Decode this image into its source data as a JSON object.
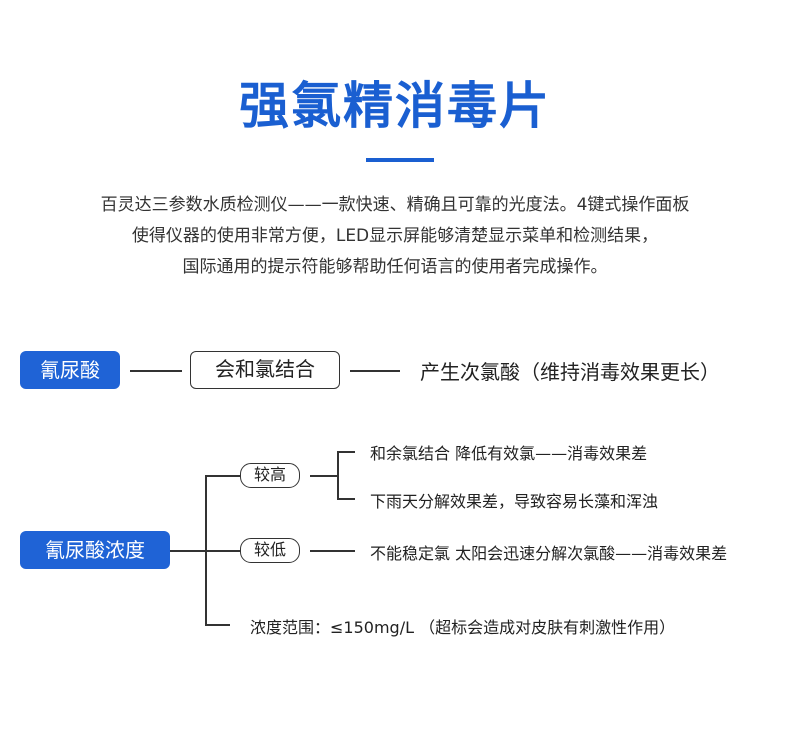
{
  "title": "强氯精消毒片",
  "description": [
    "百灵达三参数水质检测仪——一款快速、精确且可靠的光度法。4键式操作面板",
    "使得仪器的使用非常方便，LED显示屏能够清楚显示菜单和检测结果，",
    "国际通用的提示符能够帮助任何语言的使用者完成操作。"
  ],
  "flow1": {
    "source": "氰尿酸",
    "middle": "会和氯结合",
    "result": "产生次氯酸（维持消毒效果更长）"
  },
  "flow2": {
    "root": "氰尿酸浓度",
    "high_label": "较高",
    "high_effects": [
      "和余氯结合 降低有效氯——消毒效果差",
      "下雨天分解效果差，导致容易长藻和浑浊"
    ],
    "low_label": "较低",
    "low_effect": "不能稳定氯 太阳会迅速分解次氯酸——消毒效果差",
    "range_note": "浓度范围：≤150mg/L （超标会造成对皮肤有刺激性作用）"
  },
  "colors": {
    "accent": "#1f63d6",
    "title": "#1a5fd1"
  }
}
